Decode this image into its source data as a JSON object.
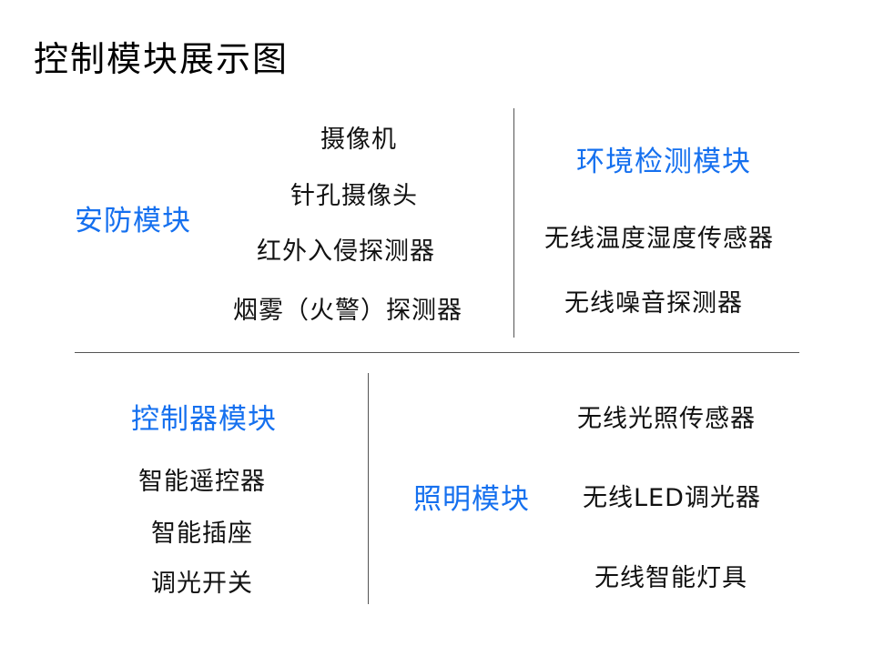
{
  "title": "控制模块展示图",
  "accent_color": "#1570ef",
  "security": {
    "heading": "安防模块",
    "items": [
      "摄像机",
      "针孔摄像头",
      "红外入侵探测器",
      "烟雾（火警）探测器"
    ]
  },
  "environment": {
    "heading": "环境检测模块",
    "items": [
      "无线温度湿度传感器",
      "无线噪音探测器"
    ]
  },
  "controller": {
    "heading": "控制器模块",
    "items": [
      "智能遥控器",
      "智能插座",
      "调光开关"
    ]
  },
  "lighting": {
    "heading": "照明模块",
    "items": [
      "无线光照传感器",
      "无线LED调光器",
      "无线智能灯具"
    ]
  }
}
